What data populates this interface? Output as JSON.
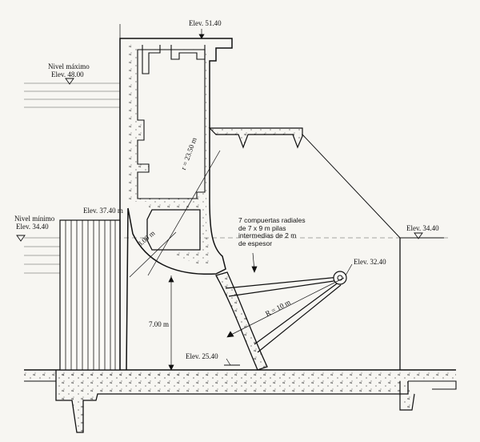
{
  "labels": {
    "elev_top": "Elev. 51.40",
    "nivel_maximo": "Nivel máximo",
    "elev_max": "Elev. 48.00",
    "radius_large": "r = 23.50 m",
    "nivel_minimo": "Nivel mínimo",
    "elev_min": "Elev. 34.40",
    "elev_3740": "Elev. 37.40 m",
    "gallery_dim": "3.00 m",
    "gates_note": "7 compuertas radiales\nde 7 x 9 m pilas\nintermedias de 2 m\nde espesor",
    "elev_right": "Elev. 34.40",
    "elev_pivot": "Elev. 32.40",
    "gate_radius": "R = 10 m",
    "height_dim": "7.00 m",
    "elev_sill": "Elev. 25.40"
  },
  "colors": {
    "ink": "#111111",
    "paper": "#f7f6f2",
    "water": "#555555"
  }
}
